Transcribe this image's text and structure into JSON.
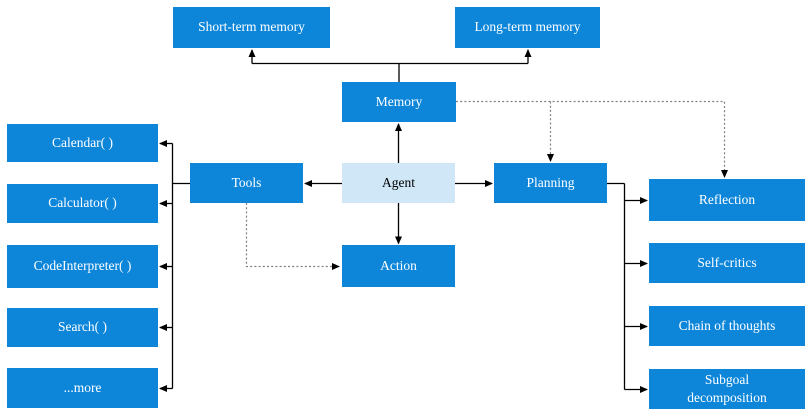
{
  "diagram": {
    "nodes": {
      "short_term_memory": "Short-term memory",
      "long_term_memory": "Long-term memory",
      "memory": "Memory",
      "agent": "Agent",
      "tools": "Tools",
      "planning": "Planning",
      "action": "Action"
    },
    "tool_items": [
      "Calendar( )",
      "Calculator( )",
      "CodeInterpreter( )",
      "Search( )",
      "...more"
    ],
    "planning_items": [
      "Reflection",
      "Self-critics",
      "Chain of thoughts",
      "Subgoal decomposition"
    ],
    "colors": {
      "node_fill": "#0d86da",
      "agent_fill": "#cfe7f7",
      "node_text": "#ffffff",
      "agent_text": "#000000",
      "solid_connector": "#000000",
      "dotted_connector": "#7f7f7f",
      "background": "#ffffff"
    }
  }
}
